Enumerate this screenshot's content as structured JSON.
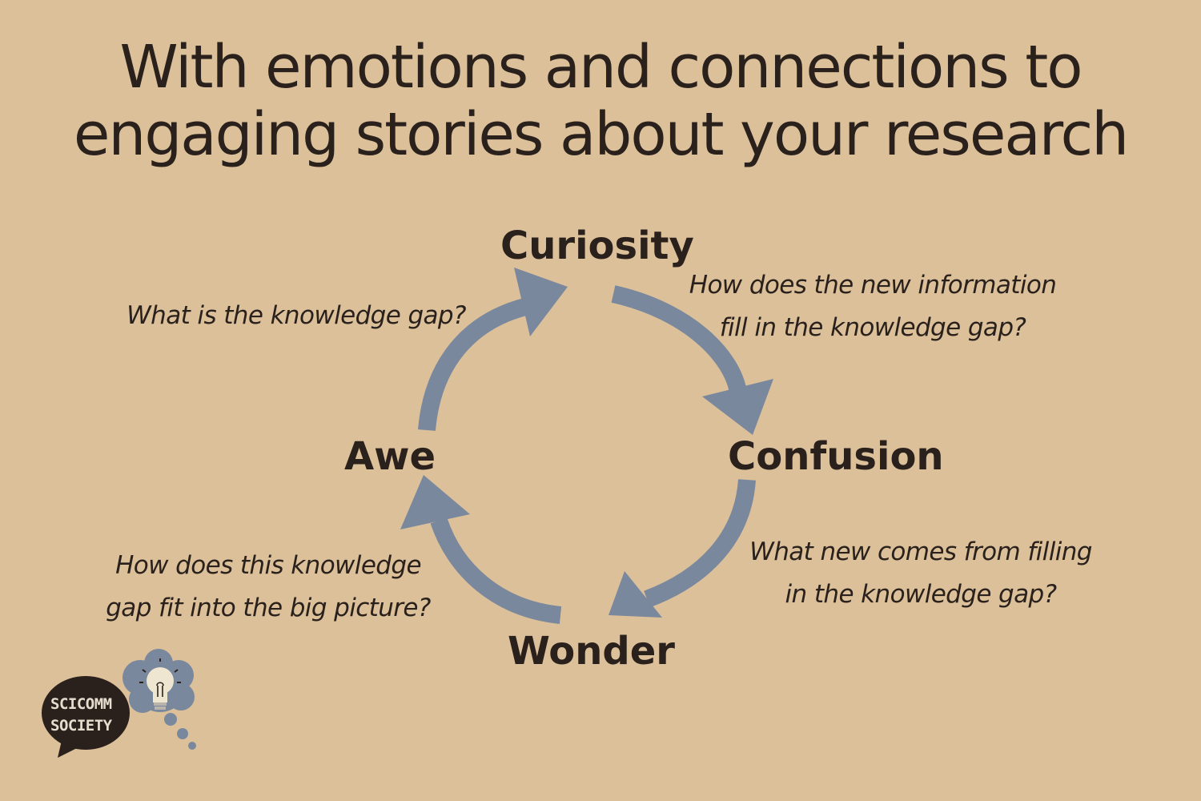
{
  "title": {
    "line1": "With emotions and connections to",
    "line2": "engaging stories about your research"
  },
  "stages": {
    "curiosity": "Curiosity",
    "confusion": "Confusion",
    "wonder": "Wonder",
    "awe": "Awe"
  },
  "questions": {
    "curiosity_to_confusion": {
      "line1": "How does the new information",
      "line2": "fill in the knowledge gap?"
    },
    "awe_to_curiosity": {
      "line1": "What is the knowledge gap?"
    },
    "confusion_to_wonder": {
      "line1": "What new comes from filling",
      "line2": "in the knowledge gap?"
    },
    "wonder_to_awe": {
      "line1": "How does this knowledge",
      "line2": "gap fit into the big picture?"
    }
  },
  "logo": {
    "line1": "SCICOMM",
    "line2": "SOCIETY"
  },
  "colors": {
    "background": "#dcc09a",
    "arrow": "#7a889d",
    "text": "#2a211c",
    "logo_bubble": "#2a211c",
    "logo_cloud": "#7a889d"
  },
  "icons": {
    "logo_bulb": "lightbulb-icon",
    "logo_speech": "speech-bubble-icon",
    "logo_thought": "thought-cloud-icon"
  }
}
